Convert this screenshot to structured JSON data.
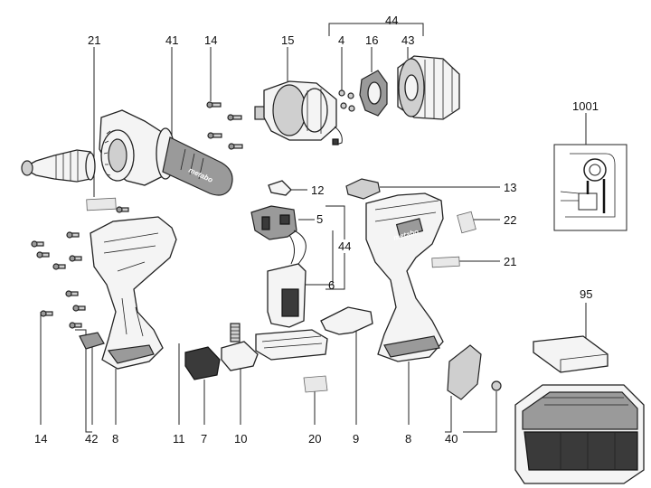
{
  "callouts": {
    "c21a": "21",
    "c41": "41",
    "c14a": "14",
    "c15": "15",
    "c44top": "44",
    "c4": "4",
    "c16": "16",
    "c43": "43",
    "c1001": "1001",
    "c12": "12",
    "c5": "5",
    "c13": "13",
    "c22": "22",
    "c44mid": "44",
    "c6": "6",
    "c21b": "21",
    "c95": "95",
    "c14b": "14",
    "c42": "42",
    "c8a": "8",
    "c11": "11",
    "c7": "7",
    "c10": "10",
    "c20": "20",
    "c9": "9",
    "c8b": "8",
    "c40": "40"
  },
  "brand": "metabo"
}
